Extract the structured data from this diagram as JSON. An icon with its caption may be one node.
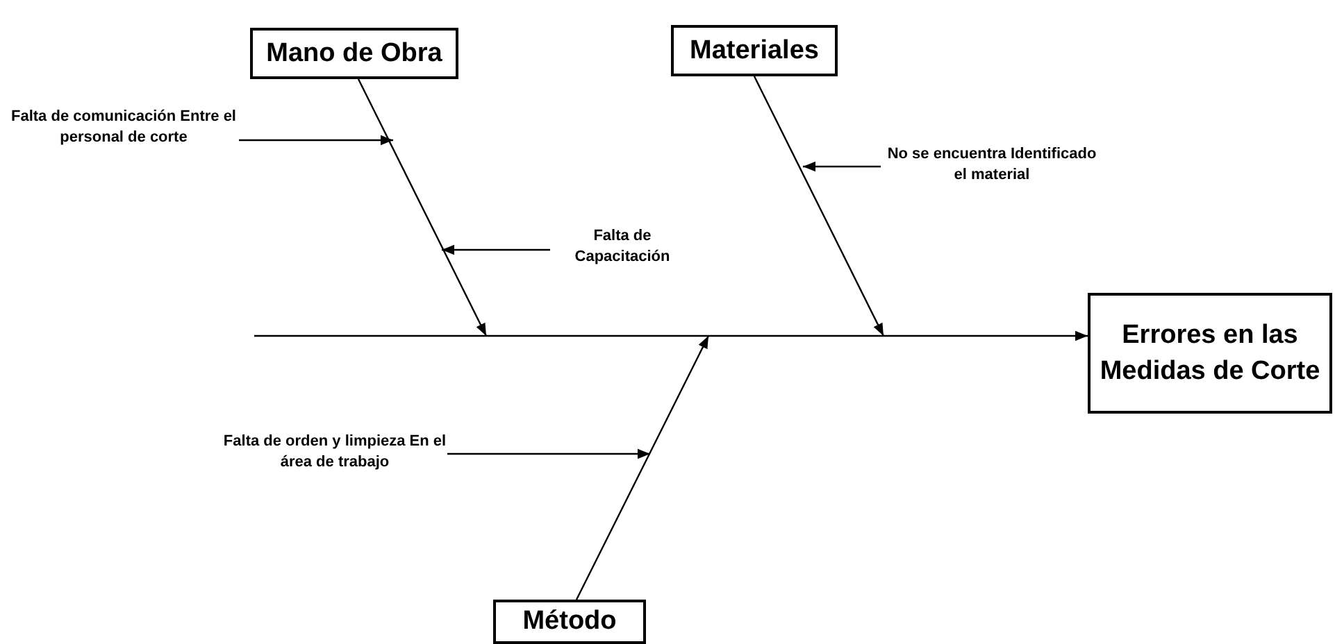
{
  "diagram": {
    "nodes": [
      {
        "text": [
          "Mano de Obra"
        ]
      },
      {
        "text": [
          "Materiales"
        ]
      },
      {
        "text": [
          "Errores en las Medidas de Corte"
        ]
      },
      {
        "text": [
          "Método"
        ]
      },
      {
        "text": [
          "Falta de comunicación Entre el personal de corte"
        ]
      },
      {
        "text": [
          "Falta de Capacitación"
        ]
      },
      {
        "text": [
          "No se encuentra Identificado el material"
        ]
      },
      {
        "text": [
          "Falta de orden y limpieza En el área de trabajo"
        ]
      }
    ],
    "edges": [
      {
        "from": null,
        "to": 2,
        "arrow": "to"
      },
      {
        "from": 0,
        "to": null,
        "arrow": "to"
      },
      {
        "from": 1,
        "to": null,
        "arrow": "to"
      },
      {
        "from": 3,
        "to": null,
        "arrow": "to"
      },
      {
        "from": 4,
        "to": null,
        "arrow": "to"
      },
      {
        "from": 5,
        "to": null,
        "arrow": "to"
      },
      {
        "from": 6,
        "to": null,
        "arrow": "to"
      },
      {
        "from": 7,
        "to": null,
        "arrow": "to"
      }
    ]
  }
}
